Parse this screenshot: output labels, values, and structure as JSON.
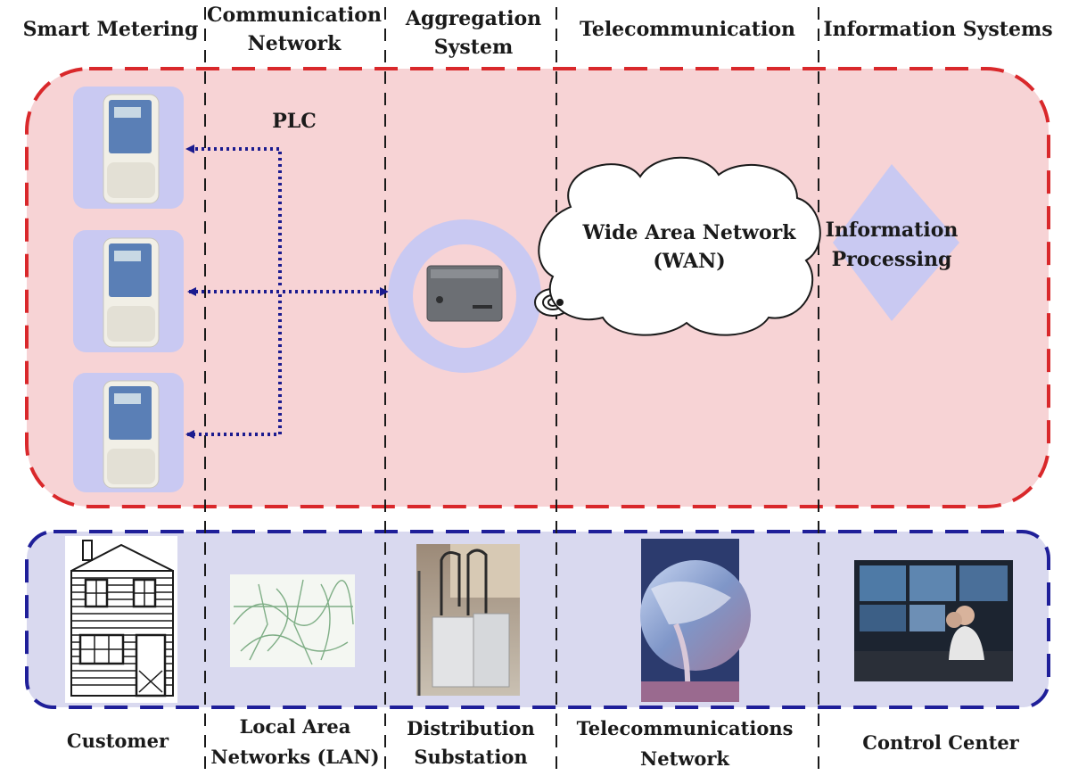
{
  "columns": {
    "smart_metering": "Smart Metering",
    "communication_network": [
      "Communication",
      "Network"
    ],
    "aggregation_system": [
      "Aggregation",
      "System"
    ],
    "telecommunication": "Telecommunication",
    "information_systems": "Information Systems"
  },
  "labels": {
    "plc": "PLC",
    "wan": [
      "Wide Area Network",
      "(WAN)"
    ],
    "info_processing": [
      "Information",
      "Processing"
    ]
  },
  "bottom_labels": {
    "customer": "Customer",
    "lan": [
      "Local Area",
      "Networks (LAN)"
    ],
    "distribution": [
      "Distribution",
      "Substation"
    ],
    "telecom_network": [
      "Telecommunications",
      "Network"
    ],
    "control_center": "Control Center"
  },
  "colors": {
    "top_fill": "#f7d3d5",
    "top_border": "#d9282b",
    "bottom_fill": "#d9d9ef",
    "bottom_border": "#1f1f99",
    "node_fill": "#c9c9f2",
    "arrow": "#1b1b8f"
  }
}
